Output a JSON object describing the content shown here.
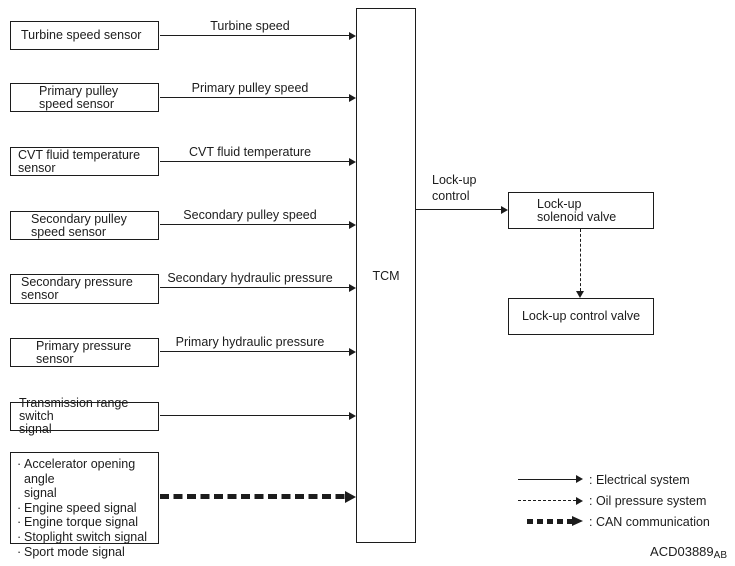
{
  "tcm": {
    "label": "TCM"
  },
  "inputs": [
    {
      "box": "Turbine speed sensor",
      "signal": "Turbine speed"
    },
    {
      "box": "Primary pulley\nspeed sensor",
      "signal": "Primary pulley speed"
    },
    {
      "box": "CVT fluid temperature\nsensor",
      "signal": "CVT fluid temperature"
    },
    {
      "box": "Secondary pulley\nspeed sensor",
      "signal": "Secondary pulley speed"
    },
    {
      "box": "Secondary pressure\nsensor",
      "signal": "Secondary hydraulic pressure"
    },
    {
      "box": "Primary pressure\nsensor",
      "signal": "Primary hydraulic pressure"
    },
    {
      "box": "Transmission range switch\nsignal"
    }
  ],
  "can_box": {
    "bullet": "·",
    "items": [
      "Accelerator opening angle\nsignal",
      "Engine speed signal",
      "Engine torque signal",
      "Stoplight switch signal",
      "Sport mode signal"
    ]
  },
  "output": {
    "arrow_label": "Lock-up\ncontrol",
    "solenoid_valve": "Lock-up\nsolenoid valve",
    "control_valve": "Lock-up control valve"
  },
  "legend": {
    "electrical": {
      "line_style": "solid",
      "label": ": Electrical system"
    },
    "oil": {
      "line_style": "dashed",
      "label": ": Oil pressure system"
    },
    "can": {
      "line_style": "bold-dashed",
      "label": ": CAN communication"
    }
  },
  "figure_code": {
    "main": "ACD03889",
    "sub": "AB"
  },
  "colors": {
    "ink": "#1c1c1c",
    "background": "#ffffff"
  }
}
